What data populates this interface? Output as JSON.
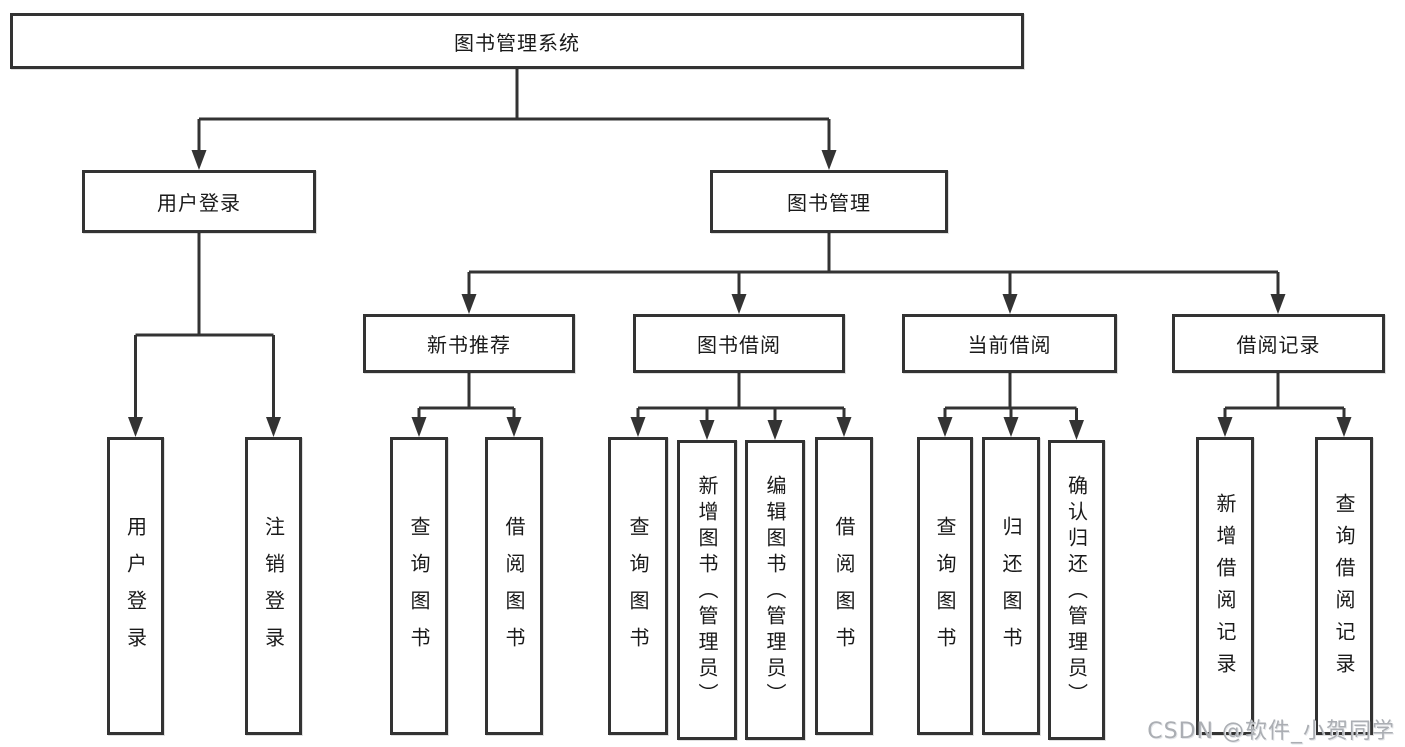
{
  "tree": {
    "label": "图书管理系统",
    "children": [
      {
        "label": "用户登录",
        "children": [
          {
            "label": "用户登录"
          },
          {
            "label": "注销登录"
          }
        ]
      },
      {
        "label": "图书管理",
        "children": [
          {
            "label": "新书推荐",
            "children": [
              {
                "label": "查询图书"
              },
              {
                "label": "借阅图书"
              }
            ]
          },
          {
            "label": "图书借阅",
            "children": [
              {
                "label": "查询图书"
              },
              {
                "label": "新增图书（管理员）"
              },
              {
                "label": "编辑图书（管理员）"
              },
              {
                "label": "借阅图书"
              }
            ]
          },
          {
            "label": "当前借阅",
            "children": [
              {
                "label": "查询图书"
              },
              {
                "label": "归还图书"
              },
              {
                "label": "确认归还（管理员）"
              }
            ]
          },
          {
            "label": "借阅记录",
            "children": [
              {
                "label": "新增借阅记录"
              },
              {
                "label": "查询借阅记录"
              }
            ]
          }
        ]
      }
    ]
  },
  "watermark": {
    "text": "CSDN @软件_小贺同学"
  },
  "colors": {
    "line": "#333333",
    "text": "#1a1a1a",
    "background": "#ffffff",
    "watermark": "#abaeb3"
  }
}
